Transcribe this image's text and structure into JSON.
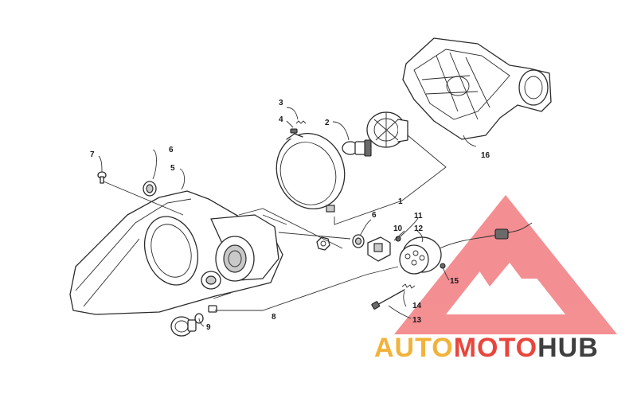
{
  "callouts": {
    "c1": "1",
    "c2": "2",
    "c3": "3",
    "c4": "4",
    "c5": "5",
    "c6a": "6",
    "c6b": "6",
    "c7": "7",
    "c8": "8",
    "c9": "9",
    "c10": "10",
    "c11": "11",
    "c12": "12",
    "c13": "13",
    "c14": "14",
    "c15": "15",
    "c16": "16"
  },
  "watermark": {
    "brand_part1": "AUTO",
    "brand_part2": "MOTO",
    "brand_part3": "HUB",
    "colors": {
      "red": "#e8463d",
      "gold": "#f2b23a",
      "dark": "#3f3f3f",
      "triangle": "#f0646a"
    }
  }
}
